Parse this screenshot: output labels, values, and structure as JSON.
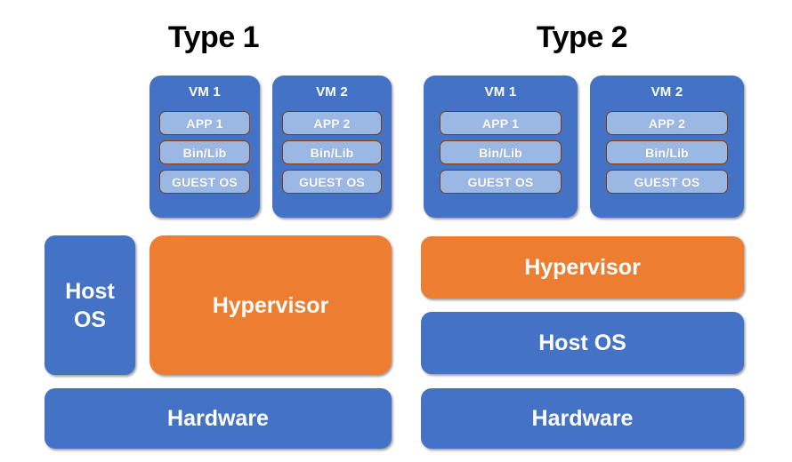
{
  "diagram": {
    "title_type1": "Type 1",
    "title_type2": "Type 2",
    "colors": {
      "blue": "#4472c4",
      "orange": "#ed7d31",
      "inner_fill": "#9bb7e4",
      "inner_border": "#843c0c",
      "text": "#ffffff",
      "background": "#ffffff"
    }
  },
  "type1": {
    "title": "Type 1",
    "vms": [
      {
        "label": "VM 1",
        "rows": [
          "APP 1",
          "Bin/Lib",
          "GUEST OS"
        ]
      },
      {
        "label": "VM 2",
        "rows": [
          "APP 2",
          "Bin/Lib",
          "GUEST OS"
        ]
      }
    ],
    "stack": [
      {
        "label": "Host OS",
        "color": "blue"
      },
      {
        "label": "Hypervisor",
        "color": "orange"
      },
      {
        "label": "Hardware",
        "color": "blue"
      }
    ],
    "host_os_label_line1": "Host",
    "host_os_label_line2": "OS",
    "hypervisor_label": "Hypervisor",
    "hardware_label": "Hardware"
  },
  "type2": {
    "title": "Type 2",
    "vms": [
      {
        "label": "VM 1",
        "rows": [
          "APP 1",
          "Bin/Lib",
          "GUEST OS"
        ]
      },
      {
        "label": "VM 2",
        "rows": [
          "APP 2",
          "Bin/Lib",
          "GUEST OS"
        ]
      }
    ],
    "stack": [
      {
        "label": "Hypervisor",
        "color": "orange"
      },
      {
        "label": "Host OS",
        "color": "blue"
      },
      {
        "label": "Hardware",
        "color": "blue"
      }
    ],
    "hypervisor_label": "Hypervisor",
    "host_os_label": "Host OS",
    "hardware_label": "Hardware"
  }
}
